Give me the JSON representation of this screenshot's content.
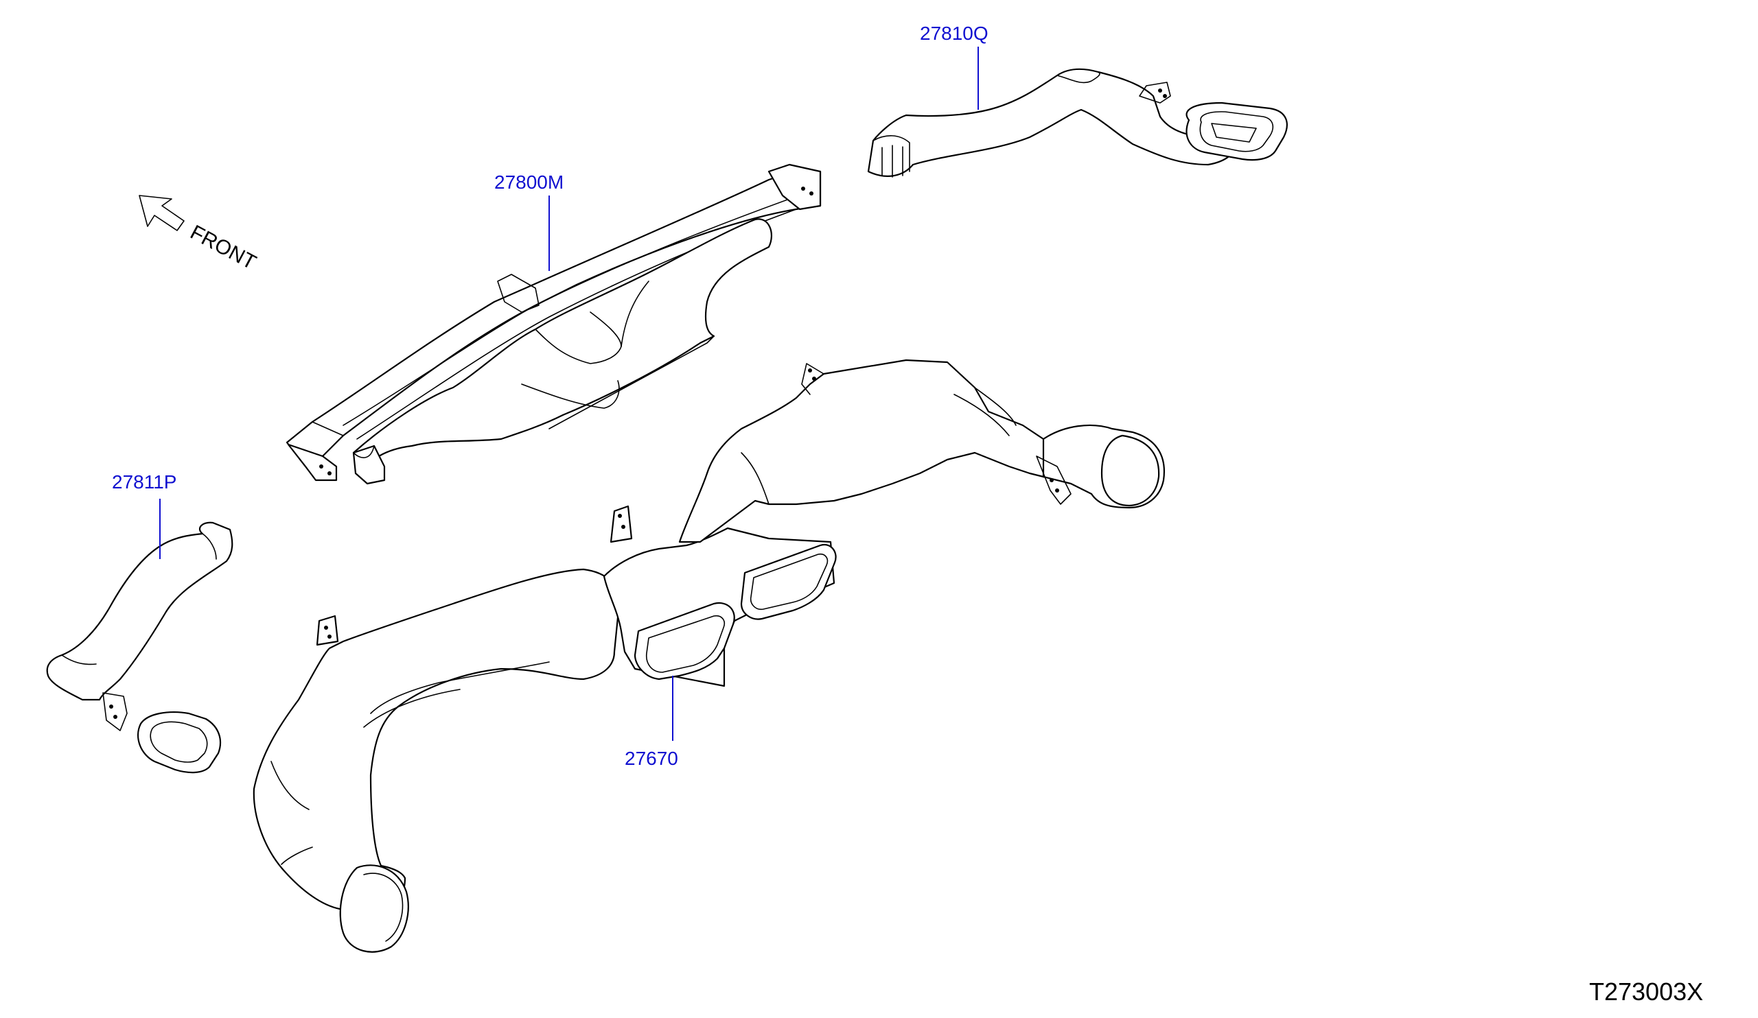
{
  "labels": {
    "part_27810q": "27810Q",
    "part_27800m": "27800M",
    "part_27811p": "27811P",
    "part_27670": "27670"
  },
  "direction": {
    "text": "FRONT"
  },
  "diagram_code": "T273003X",
  "colors": {
    "label": "#1010d0",
    "line": "#000000",
    "background": "#ffffff"
  }
}
